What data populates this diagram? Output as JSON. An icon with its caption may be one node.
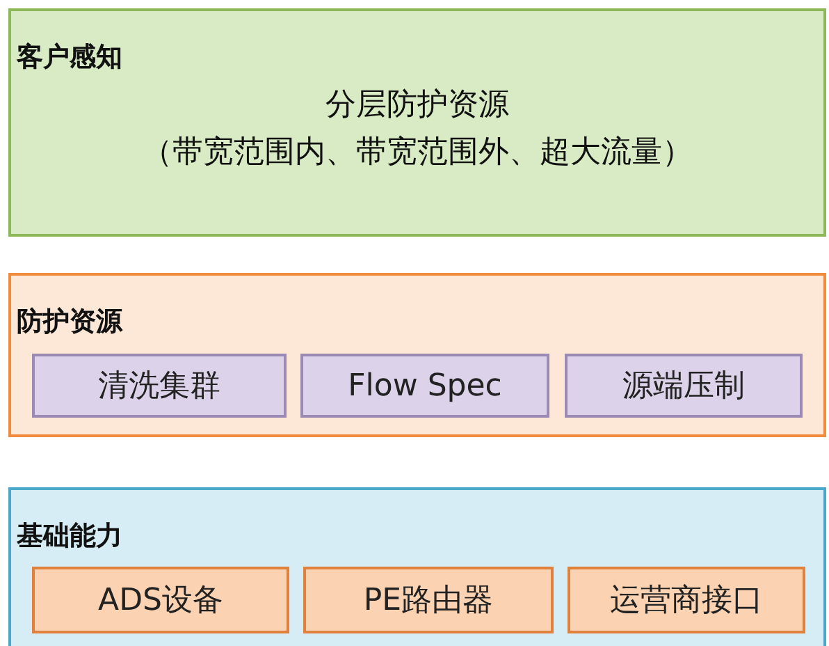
{
  "diagram": {
    "nodes": [
      {
        "text": [
          "客户感知",
          "分层防护资源",
          "（带宽范围内、带宽范围外、超大流量）"
        ]
      },
      {
        "text": [
          "防护资源"
        ]
      },
      {
        "text": [
          "清洗集群"
        ],
        "in": 1
      },
      {
        "text": [
          "Flow Spec"
        ],
        "in": 1
      },
      {
        "text": [
          "源端压制"
        ],
        "in": 1
      },
      {
        "text": [
          "基础能力"
        ]
      },
      {
        "text": [
          "ADS设备"
        ],
        "in": 5
      },
      {
        "text": [
          "PE路由器"
        ],
        "in": 5
      },
      {
        "text": [
          "运营商接口"
        ],
        "in": 5
      }
    ],
    "edges": []
  }
}
